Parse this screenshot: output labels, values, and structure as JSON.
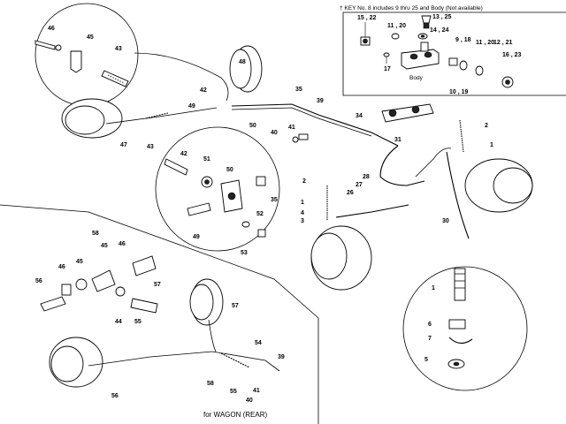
{
  "key_box": {
    "line1": "† KEY No. 8 includes 9 thru 25 and Body (Not available)",
    "body_label": "Body"
  },
  "caption": "for WAGON (REAR)",
  "callouts": {
    "c46a": "46",
    "c45a": "45",
    "c43a": "43",
    "c48": "48",
    "c42a": "42",
    "c35a": "35",
    "c39a": "39",
    "c49a": "49",
    "c50a": "50",
    "c47": "47",
    "c43b": "43",
    "c34": "34",
    "c41a": "41",
    "c40a": "40",
    "c42b": "42",
    "c51": "51",
    "c50b": "50",
    "c35b": "35",
    "c52": "52",
    "c49b": "49",
    "c53": "53",
    "c31": "31",
    "c2a": "2",
    "c1a": "1",
    "c28": "28",
    "c27": "27",
    "c26": "26",
    "c30": "30",
    "c2b": "2",
    "c1b": "1",
    "c4": "4",
    "c3": "3",
    "k15_22": "15 , 22",
    "k13_25": "13 , 25",
    "k11_20a": "11 , 20",
    "k14_24": "14 , 24",
    "k9_18": "9 , 18",
    "k11_20b": "11 , 20",
    "k12_21": "12 , 21",
    "k16_23": "16 , 23",
    "k17": "17",
    "k10_19": "10 , 19",
    "d1": "1",
    "d6": "6",
    "d7": "7",
    "d5": "5",
    "w58a": "58",
    "w45": "45",
    "w46a": "46",
    "w46b": "46",
    "w45b": "45",
    "w56a": "56",
    "w57a": "57",
    "w44": "44",
    "w55a": "55",
    "w57b": "57",
    "w54": "54",
    "w39": "39",
    "w56b": "56",
    "w58b": "58",
    "w55b": "55",
    "w41": "41",
    "w40": "40"
  }
}
